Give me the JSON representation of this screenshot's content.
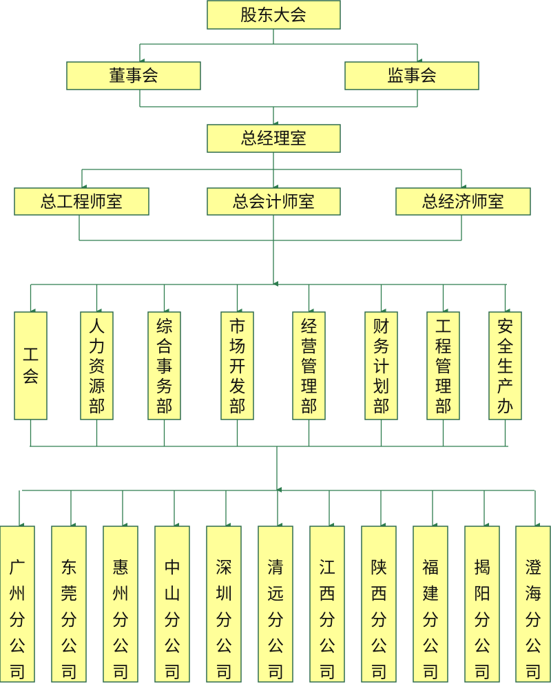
{
  "colors": {
    "box_fill": "#ffff99",
    "box_border": "#2e6b4f",
    "connector": "#2e7d4f",
    "background": "#ffffff"
  },
  "nodes": {
    "shareholders": "股东大会",
    "board_directors": "董事会",
    "board_supervisors": "监事会",
    "gm_office": "总经理室",
    "chief_engineer": "总工程师室",
    "chief_accountant": "总会计师室",
    "chief_economist": "总经济师室"
  },
  "departments": [
    "工会",
    "人力资源部",
    "综合事务部",
    "市场开发部",
    "经营管理部",
    "财务计划部",
    "工程管理部",
    "安全生产办"
  ],
  "branches": [
    "广州分公司",
    "东莞分公司",
    "惠州分公司",
    "中山分公司",
    "深圳分公司",
    "清远分公司",
    "江西分公司",
    "陕西分公司",
    "福建分公司",
    "揭阳分公司",
    "澄海分公司"
  ]
}
